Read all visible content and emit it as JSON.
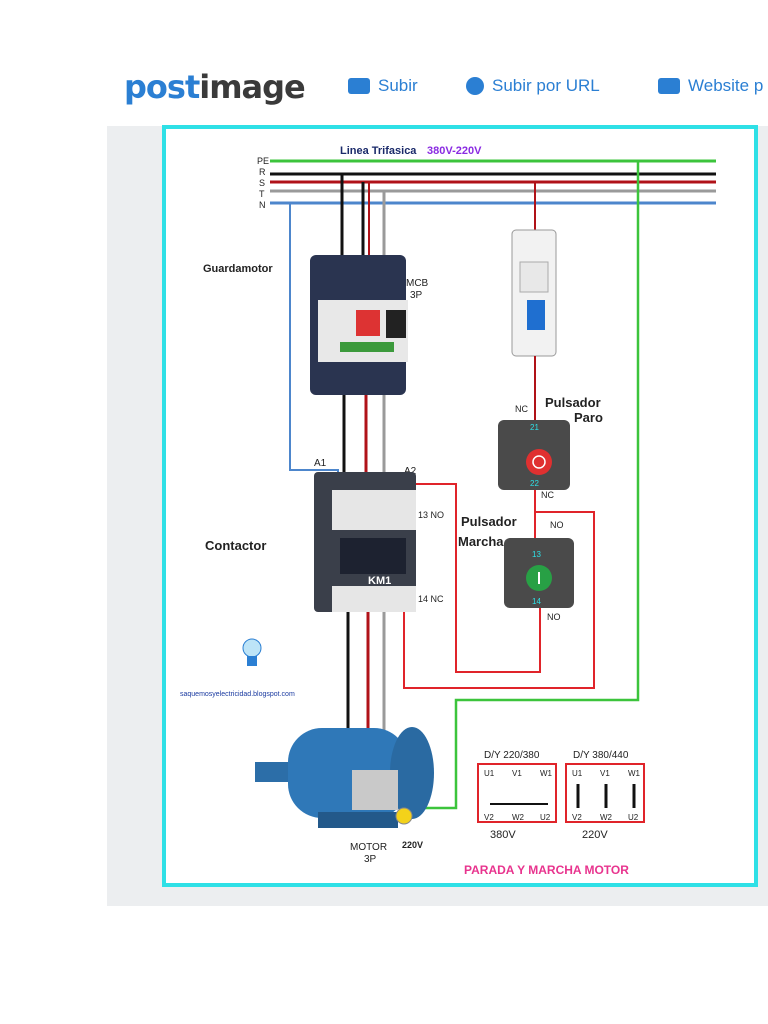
{
  "header": {
    "logo_part1": "post",
    "logo_part2": "image",
    "nav": [
      {
        "label": "Subir",
        "icon": "upload-icon"
      },
      {
        "label": "Subir por URL",
        "icon": "link-icon"
      },
      {
        "label": "Website p",
        "icon": "website-icon"
      }
    ]
  },
  "diagram": {
    "line_title": "Linea Trifasica",
    "line_voltage": "380V-220V",
    "line_labels": [
      "PE",
      "R",
      "S",
      "T",
      "N"
    ],
    "guardamotor": "Guardamotor",
    "mcb_label": "MCB",
    "mcb_poles": "3P",
    "pulsador_paro_1": "Pulsador",
    "pulsador_paro_2": "Paro",
    "nc": "NC",
    "nc2": "NC",
    "no": "NO",
    "no2": "NO",
    "pulsador_marcha_1": "Pulsador",
    "pulsador_marcha_2": "Marcha",
    "a1": "A1",
    "a2": "A2",
    "contactor": "Contactor",
    "km1": "KM1",
    "contact_13": "13 NO",
    "contact_14": "14 NC",
    "paro_21": "21",
    "paro_22": "22",
    "marcha_13": "13",
    "marcha_14": "14",
    "blog_url": "saquemosyelectricidad.blogspot.com",
    "motor": "MOTOR",
    "motor_poles": "3P",
    "motor_voltage": "220V",
    "dy1_title": "D/Y 220/380",
    "dy2_title": "D/Y 380/440",
    "terminals_top": [
      "U1",
      "V1",
      "W1"
    ],
    "terminals_bottom": [
      "V2",
      "W2",
      "U2"
    ],
    "terminals_bottom_2": [
      "V2",
      "W2",
      "U2"
    ],
    "dy1_voltage": "380V",
    "dy2_voltage": "220V",
    "footer_title": "PARADA Y MARCHA MOTOR"
  },
  "colors": {
    "accent": "#2b7fd3",
    "frame": "#2ee0e6",
    "pe": "#3cc43c",
    "r": "#111111",
    "s": "#b01218",
    "t": "#9a9a9a",
    "n": "#4d86cc",
    "control_wire": "#e0242a",
    "title_pink": "#e8348e",
    "voltage_purple": "#8a2be2"
  }
}
